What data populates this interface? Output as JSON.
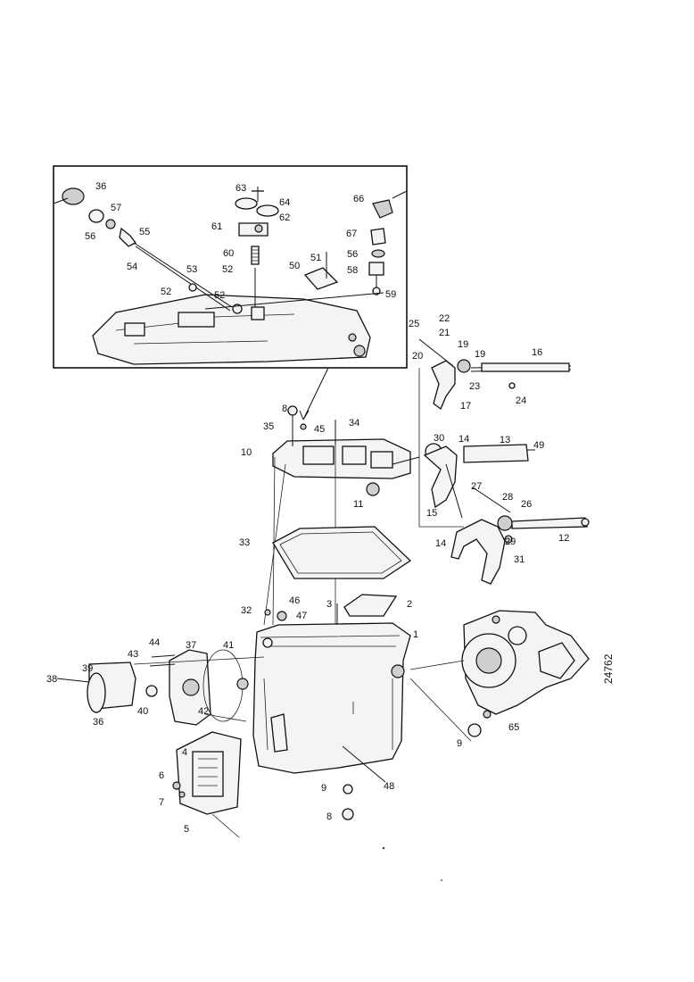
{
  "diagram": {
    "figure_id": "24762",
    "callouts": [
      {
        "key": "c36t",
        "text": "36"
      },
      {
        "key": "c57t",
        "text": "57"
      },
      {
        "key": "c56t",
        "text": "56"
      },
      {
        "key": "c55t",
        "text": "55"
      },
      {
        "key": "c54t",
        "text": "54"
      },
      {
        "key": "c53t",
        "text": "53"
      },
      {
        "key": "c52a",
        "text": "52"
      },
      {
        "key": "c52b",
        "text": "52"
      },
      {
        "key": "c63t",
        "text": "63"
      },
      {
        "key": "c64t",
        "text": "64"
      },
      {
        "key": "c61t",
        "text": "61"
      },
      {
        "key": "c62t",
        "text": "62"
      },
      {
        "key": "c60t",
        "text": "60"
      },
      {
        "key": "c52c",
        "text": "52"
      },
      {
        "key": "c50t",
        "text": "50"
      },
      {
        "key": "c51t",
        "text": "51"
      },
      {
        "key": "c66t",
        "text": "66"
      },
      {
        "key": "c67t",
        "text": "67"
      },
      {
        "key": "c56r",
        "text": "56"
      },
      {
        "key": "c58t",
        "text": "58"
      },
      {
        "key": "c59t",
        "text": "59"
      },
      {
        "key": "c25",
        "text": "25"
      },
      {
        "key": "c22",
        "text": "22"
      },
      {
        "key": "c21",
        "text": "21"
      },
      {
        "key": "c19a",
        "text": "19"
      },
      {
        "key": "c20",
        "text": "20"
      },
      {
        "key": "c19b",
        "text": "19"
      },
      {
        "key": "c16",
        "text": "16"
      },
      {
        "key": "c23",
        "text": "23"
      },
      {
        "key": "c24",
        "text": "24"
      },
      {
        "key": "c17",
        "text": "17"
      },
      {
        "key": "c8a",
        "text": "8"
      },
      {
        "key": "c35",
        "text": "35"
      },
      {
        "key": "c45",
        "text": "45"
      },
      {
        "key": "c34",
        "text": "34"
      },
      {
        "key": "c10",
        "text": "10"
      },
      {
        "key": "c30",
        "text": "30"
      },
      {
        "key": "c14a",
        "text": "14"
      },
      {
        "key": "c13",
        "text": "13"
      },
      {
        "key": "c49",
        "text": "49"
      },
      {
        "key": "c11",
        "text": "11"
      },
      {
        "key": "c27",
        "text": "27"
      },
      {
        "key": "c28",
        "text": "28"
      },
      {
        "key": "c26",
        "text": "26"
      },
      {
        "key": "c15",
        "text": "15"
      },
      {
        "key": "c14b",
        "text": "14"
      },
      {
        "key": "c29",
        "text": "29"
      },
      {
        "key": "c12",
        "text": "12"
      },
      {
        "key": "c31",
        "text": "31"
      },
      {
        "key": "c33",
        "text": "33"
      },
      {
        "key": "c46",
        "text": "46"
      },
      {
        "key": "c3",
        "text": "3"
      },
      {
        "key": "c2",
        "text": "2"
      },
      {
        "key": "c32",
        "text": "32"
      },
      {
        "key": "c47",
        "text": "47"
      },
      {
        "key": "c1",
        "text": "1"
      },
      {
        "key": "c44",
        "text": "44"
      },
      {
        "key": "c43",
        "text": "43"
      },
      {
        "key": "c37",
        "text": "37"
      },
      {
        "key": "c41",
        "text": "41"
      },
      {
        "key": "c38",
        "text": "38"
      },
      {
        "key": "c39",
        "text": "39"
      },
      {
        "key": "c40",
        "text": "40"
      },
      {
        "key": "c42",
        "text": "42"
      },
      {
        "key": "c36b",
        "text": "36"
      },
      {
        "key": "c4",
        "text": "4"
      },
      {
        "key": "c6",
        "text": "6"
      },
      {
        "key": "c7",
        "text": "7"
      },
      {
        "key": "c5",
        "text": "5"
      },
      {
        "key": "c9a",
        "text": "9"
      },
      {
        "key": "c65",
        "text": "65"
      },
      {
        "key": "c9b",
        "text": "9"
      },
      {
        "key": "c48",
        "text": "48"
      },
      {
        "key": "c8b",
        "text": "8"
      }
    ]
  }
}
